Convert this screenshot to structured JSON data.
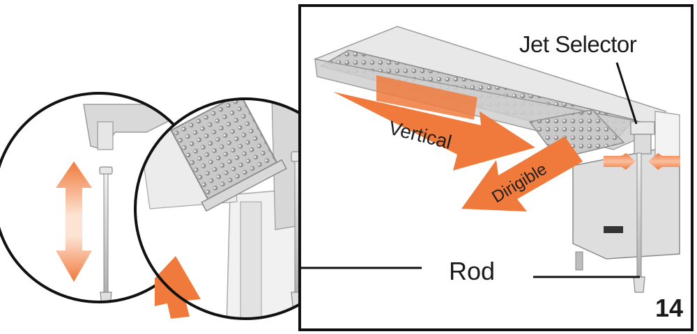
{
  "labels": {
    "jet_selector": "Jet Selector",
    "vertical": "Vertical",
    "dirigible": "Dirigible",
    "rod": "Rod",
    "step_number": "14"
  },
  "colors": {
    "arrow_orange": "#f07a3c",
    "frame": "#111111",
    "metal_light": "#e4e4e4",
    "metal_mid": "#b8b8b8",
    "metal_dark": "#8a8a8a"
  }
}
